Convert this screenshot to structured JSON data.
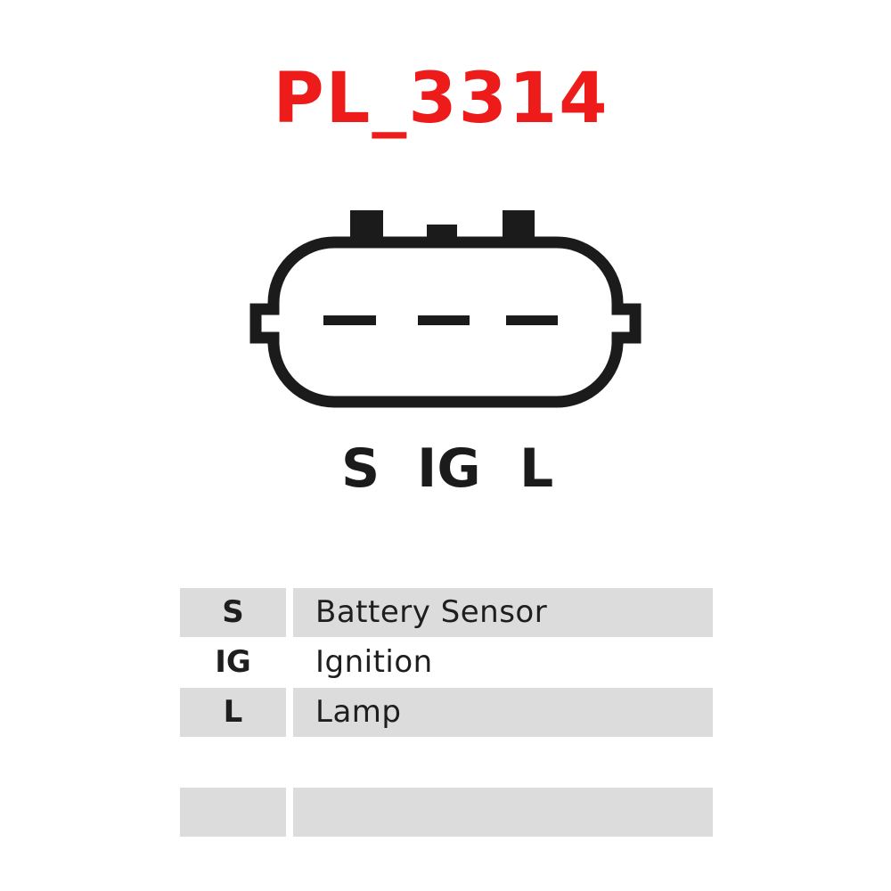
{
  "title": "PL_3314",
  "colors": {
    "title": "#ee1b1b",
    "outline": "#1b1b1b",
    "row_shade": "#dcdcdc",
    "background": "#ffffff"
  },
  "connector": {
    "pins": [
      "S",
      "IG",
      "L"
    ]
  },
  "pin_labels": [
    "S",
    "IG",
    "L"
  ],
  "table": {
    "rows": [
      {
        "code": "S",
        "description": "Battery Sensor",
        "shaded": true
      },
      {
        "code": "IG",
        "description": "Ignition",
        "shaded": false
      },
      {
        "code": "L",
        "description": "Lamp",
        "shaded": true
      },
      {
        "code": "",
        "description": "",
        "shaded": false
      },
      {
        "code": "",
        "description": "",
        "shaded": true
      }
    ]
  }
}
